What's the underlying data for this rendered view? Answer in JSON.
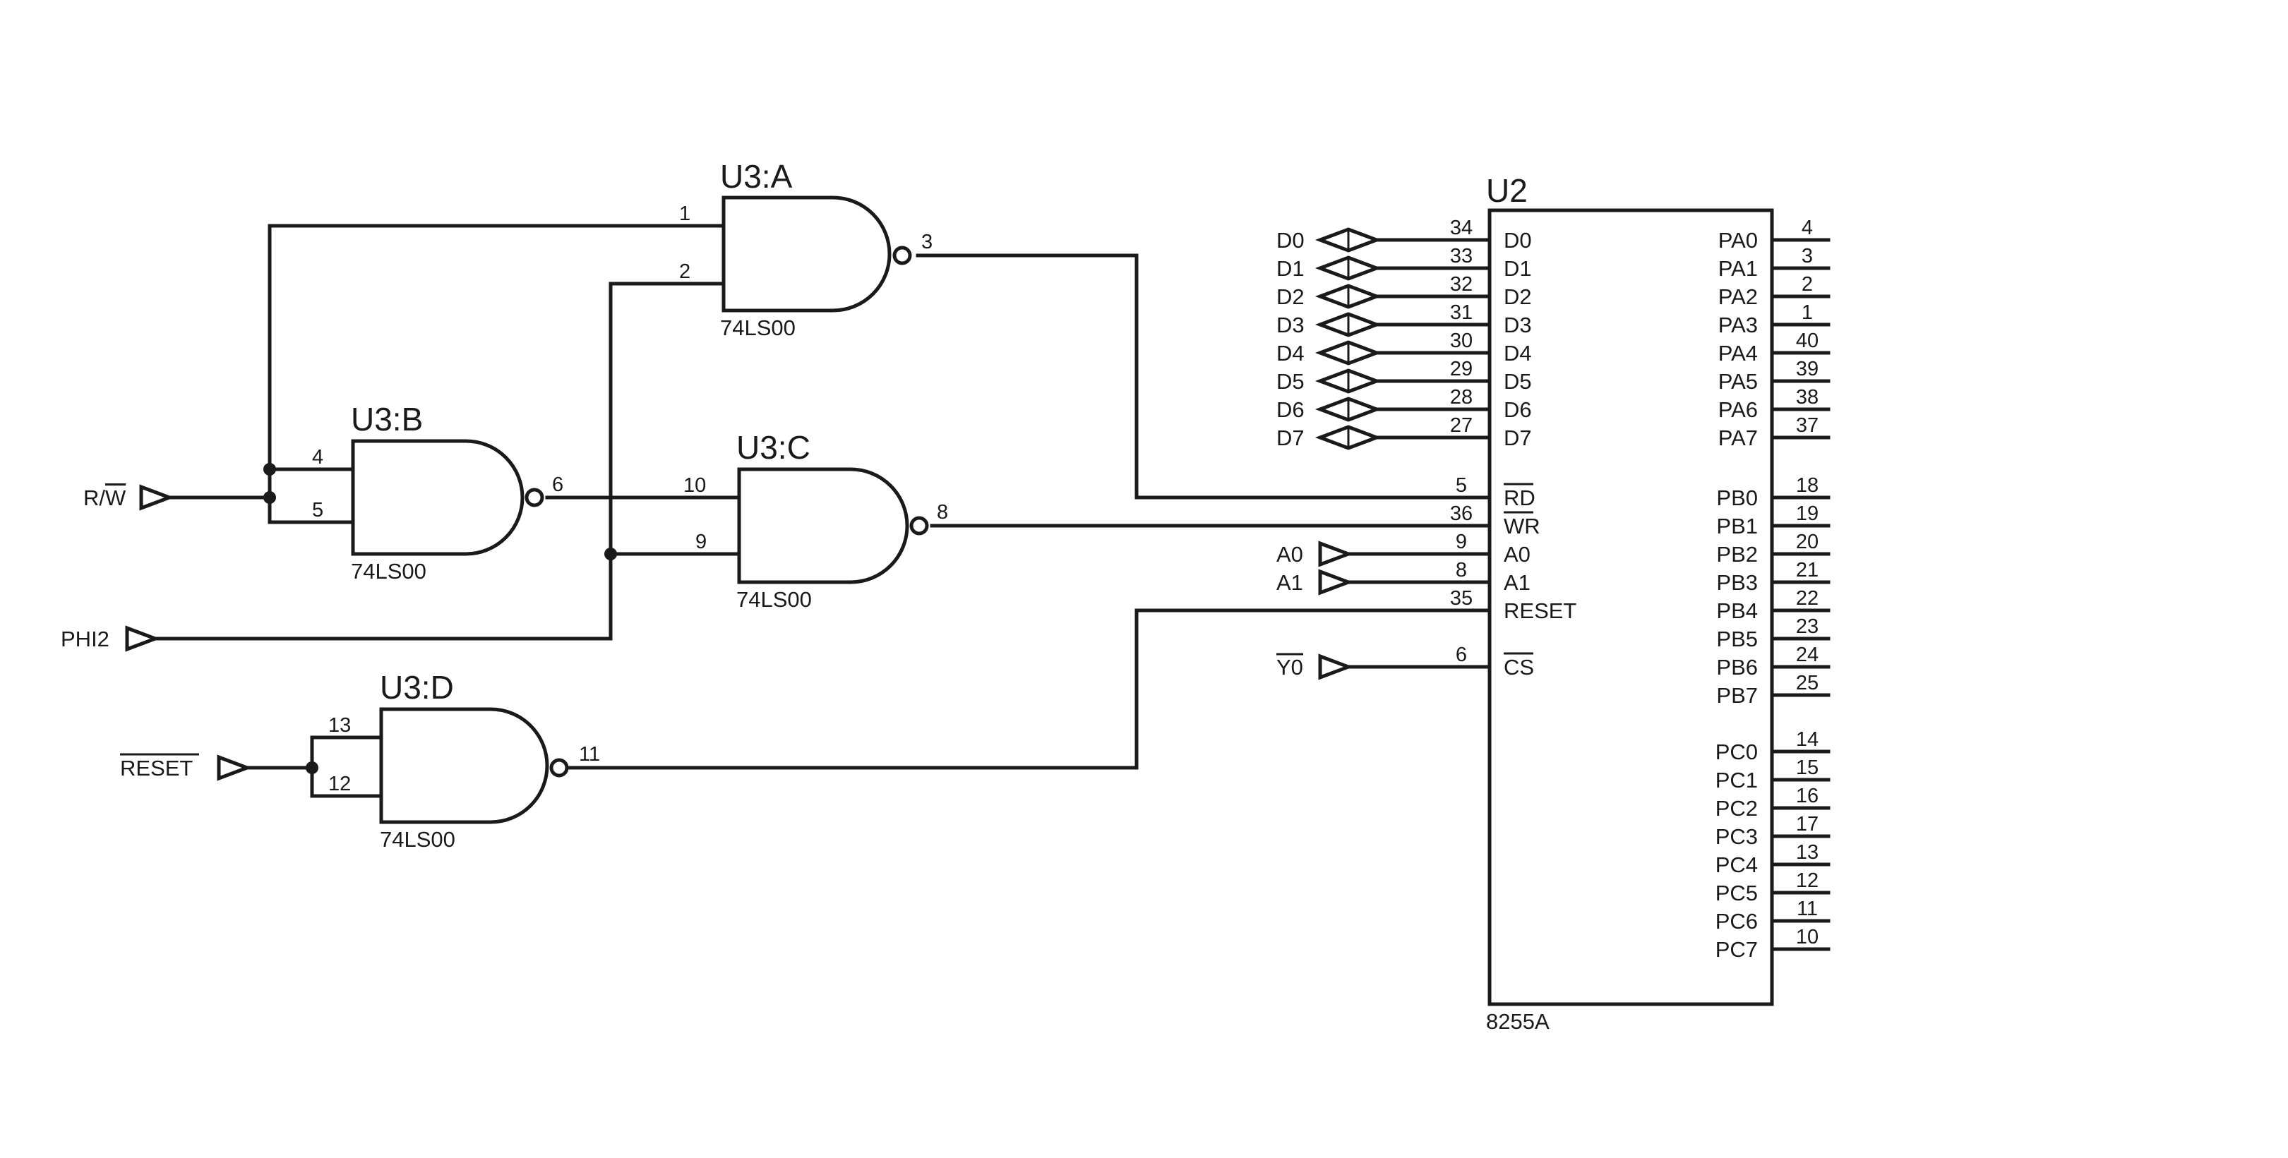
{
  "diagram": {
    "type": "schematic",
    "colors": {
      "line": "#1a1a1a",
      "background": "#ffffff"
    },
    "ports": [
      {
        "id": "port_rw",
        "name": "R/W",
        "overbar": "W",
        "direction": "input"
      },
      {
        "id": "port_phi2",
        "name": "PHI2",
        "overbar": "",
        "direction": "input"
      },
      {
        "id": "port_reset",
        "name": "RESET",
        "overbar": "RESET",
        "direction": "input"
      },
      {
        "id": "port_a0",
        "name": "A0",
        "overbar": "",
        "direction": "input"
      },
      {
        "id": "port_a1",
        "name": "A1",
        "overbar": "",
        "direction": "input"
      },
      {
        "id": "port_y0",
        "name": "Y0",
        "overbar": "Y0",
        "direction": "input"
      }
    ],
    "data_ports": [
      "D0",
      "D1",
      "D2",
      "D3",
      "D4",
      "D5",
      "D6",
      "D7"
    ],
    "gates": [
      {
        "ref": "U3:A",
        "type": "74LS00",
        "in1": "1",
        "in2": "2",
        "out": "3"
      },
      {
        "ref": "U3:B",
        "type": "74LS00",
        "in1": "4",
        "in2": "5",
        "out": "6"
      },
      {
        "ref": "U3:C",
        "type": "74LS00",
        "in1": "10",
        "in2": "9",
        "out": "8"
      },
      {
        "ref": "U3:D",
        "type": "74LS00",
        "in1": "13",
        "in2": "12",
        "out": "11"
      }
    ],
    "ic": {
      "ref": "U2",
      "type": "8255A",
      "left_pins": [
        {
          "name": "D0",
          "num": "34"
        },
        {
          "name": "D1",
          "num": "33"
        },
        {
          "name": "D2",
          "num": "32"
        },
        {
          "name": "D3",
          "num": "31"
        },
        {
          "name": "D4",
          "num": "30"
        },
        {
          "name": "D5",
          "num": "29"
        },
        {
          "name": "D6",
          "num": "28"
        },
        {
          "name": "D7",
          "num": "27"
        },
        {
          "name": "RD",
          "num": "5",
          "overbar": true
        },
        {
          "name": "WR",
          "num": "36",
          "overbar": true
        },
        {
          "name": "A0",
          "num": "9"
        },
        {
          "name": "A1",
          "num": "8"
        },
        {
          "name": "RESET",
          "num": "35"
        },
        {
          "name": "CS",
          "num": "6",
          "overbar": true
        }
      ],
      "right_pins_a": [
        {
          "name": "PA0",
          "num": "4"
        },
        {
          "name": "PA1",
          "num": "3"
        },
        {
          "name": "PA2",
          "num": "2"
        },
        {
          "name": "PA3",
          "num": "1"
        },
        {
          "name": "PA4",
          "num": "40"
        },
        {
          "name": "PA5",
          "num": "39"
        },
        {
          "name": "PA6",
          "num": "38"
        },
        {
          "name": "PA7",
          "num": "37"
        }
      ],
      "right_pins_b": [
        {
          "name": "PB0",
          "num": "18"
        },
        {
          "name": "PB1",
          "num": "19"
        },
        {
          "name": "PB2",
          "num": "20"
        },
        {
          "name": "PB3",
          "num": "21"
        },
        {
          "name": "PB4",
          "num": "22"
        },
        {
          "name": "PB5",
          "num": "23"
        },
        {
          "name": "PB6",
          "num": "24"
        },
        {
          "name": "PB7",
          "num": "25"
        }
      ],
      "right_pins_c": [
        {
          "name": "PC0",
          "num": "14"
        },
        {
          "name": "PC1",
          "num": "15"
        },
        {
          "name": "PC2",
          "num": "16"
        },
        {
          "name": "PC3",
          "num": "17"
        },
        {
          "name": "PC4",
          "num": "13"
        },
        {
          "name": "PC5",
          "num": "12"
        },
        {
          "name": "PC6",
          "num": "11"
        },
        {
          "name": "PC7",
          "num": "10"
        }
      ]
    }
  }
}
